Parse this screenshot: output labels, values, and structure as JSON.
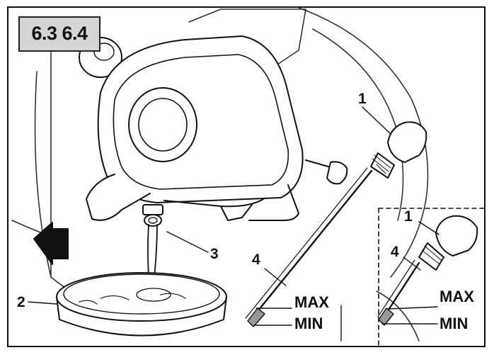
{
  "section": {
    "label": "6.3 6.4"
  },
  "callouts": {
    "dipstick_main": "1",
    "drain_pan": "2",
    "oil_drain_plug": "3",
    "dipstick_rod_main": "4",
    "dipstick_inset": "1",
    "dipstick_rod_inset": "4"
  },
  "markings": {
    "max_main": "MAX",
    "min_main": "MIN",
    "max_inset": "MAX",
    "min_inset": "MIN"
  }
}
